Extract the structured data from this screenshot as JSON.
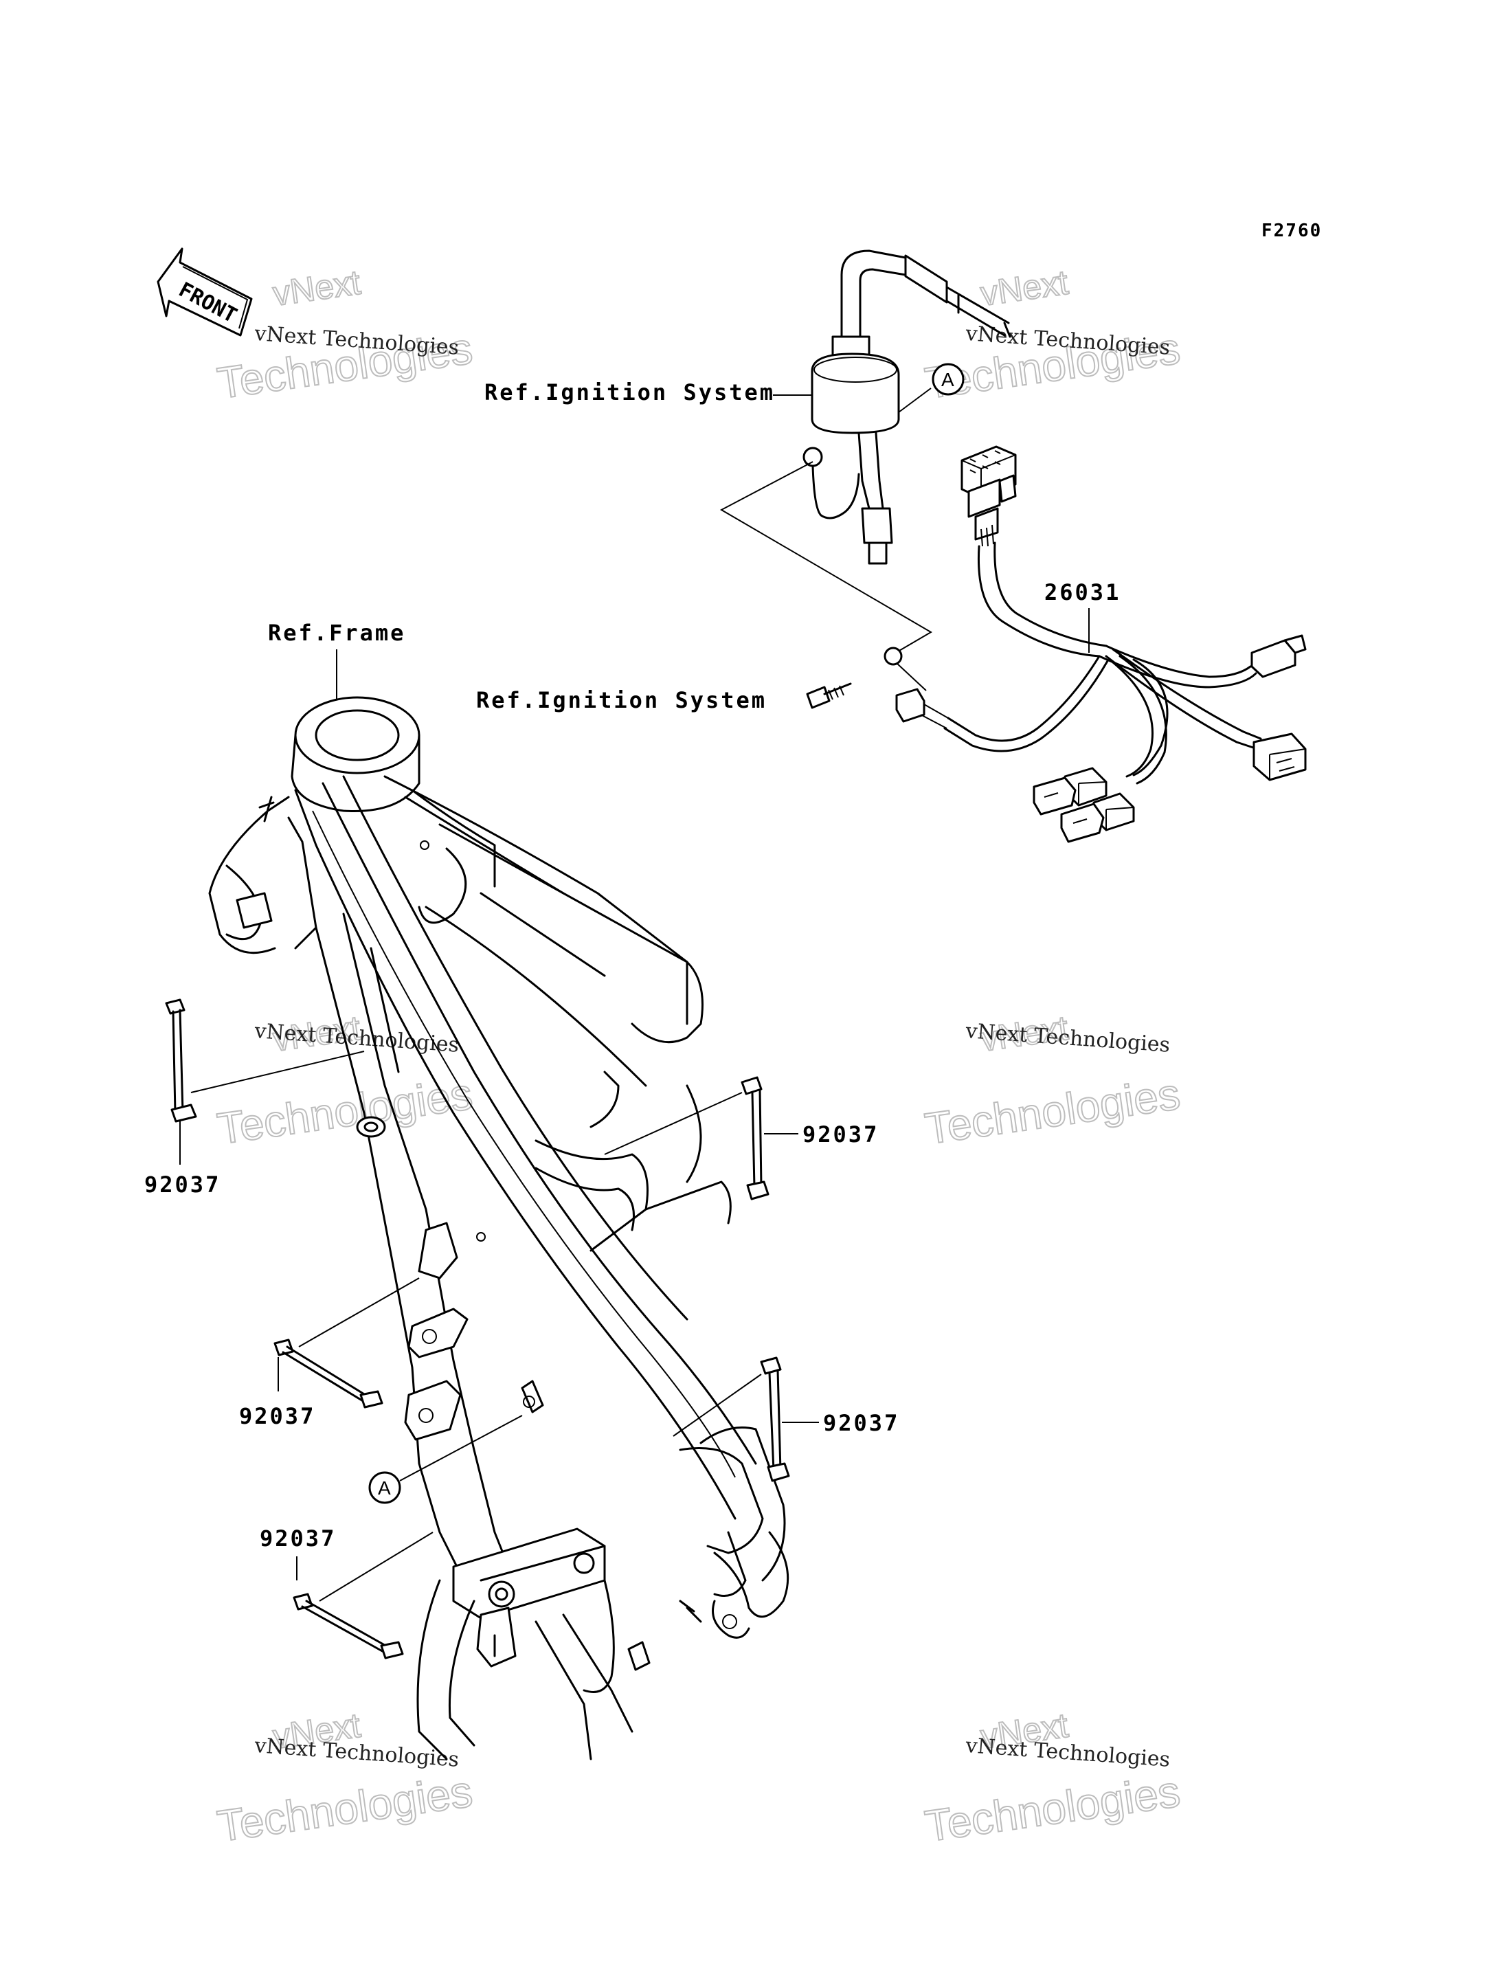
{
  "figure_code": "F2760",
  "front_label": "FRONT",
  "callout_a": "A",
  "labels": {
    "ref_ignition_top": "Ref.Ignition System",
    "ref_ignition_mid": "Ref.Ignition System",
    "ref_frame": "Ref.Frame",
    "harness": "26031",
    "band_left": "92037",
    "band_right_upper": "92037",
    "band_left_mid": "92037",
    "band_right_lower": "92037",
    "band_left_lower": "92037"
  },
  "watermark": {
    "line1": "vNext Technologies",
    "line2": "Technologies",
    "line3": "vNext"
  }
}
